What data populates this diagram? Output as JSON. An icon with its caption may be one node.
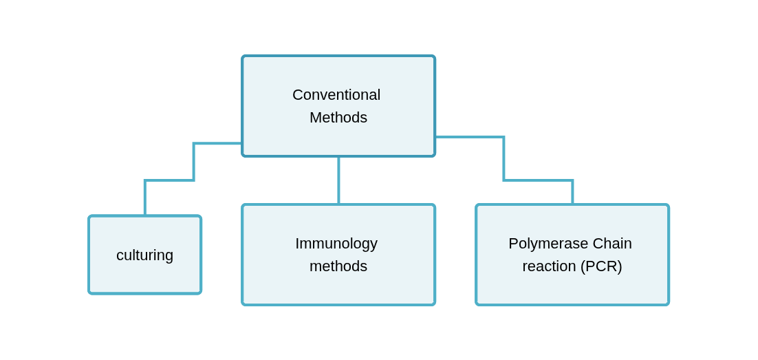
{
  "diagram": {
    "nodes": [
      {
        "text": [
          "Conventional Methods"
        ]
      },
      {
        "text": [
          "culturing"
        ]
      },
      {
        "text": [
          "Immunology methods"
        ]
      },
      {
        "text": [
          "Polymerase Chain reaction (PCR)"
        ]
      }
    ],
    "edges": [
      {
        "from": 0,
        "to": 1,
        "arrow": "none"
      },
      {
        "from": 0,
        "to": 2,
        "arrow": "none"
      },
      {
        "from": 0,
        "to": 3,
        "arrow": "none"
      }
    ]
  }
}
